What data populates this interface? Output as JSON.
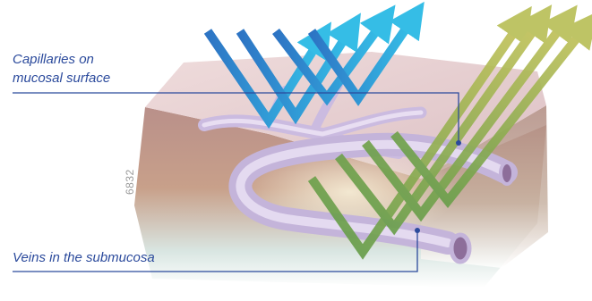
{
  "labels": {
    "capillaries_line1": "Capillaries on",
    "capillaries_line2": "mucosal surface",
    "veins": "Veins in the submucosa"
  },
  "figure_number": "6832",
  "colors": {
    "label_text": "#2b4a9c",
    "leader_line": "#2b4a9c",
    "blue_light": "#2fa8dc",
    "green_light": "#9bb04a",
    "tissue_top": "#e6cfcf",
    "vessel": "#d8c9e6"
  }
}
